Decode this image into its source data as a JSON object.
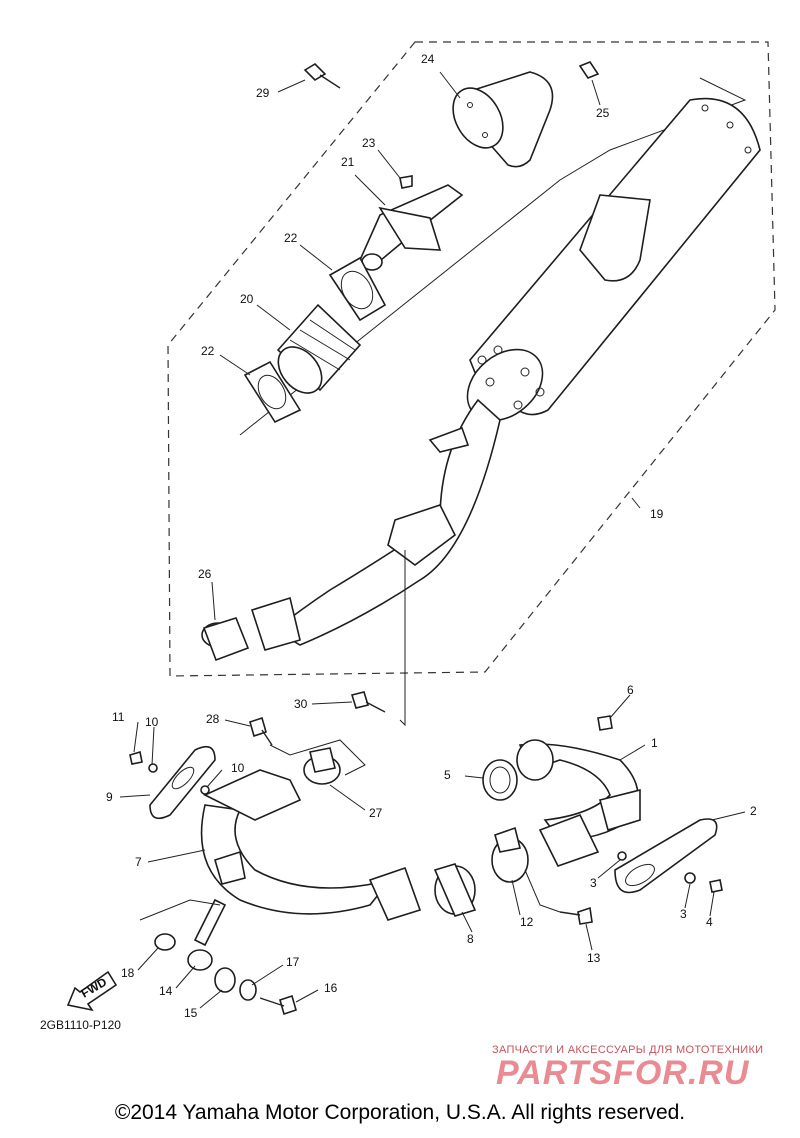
{
  "diagram": {
    "callouts": {
      "c1": "1",
      "c2": "2",
      "c3a": "3",
      "c3b": "3",
      "c4": "4",
      "c5": "5",
      "c6": "6",
      "c7": "7",
      "c8": "8",
      "c9": "9",
      "c10a": "10",
      "c10b": "10",
      "c11": "11",
      "c12": "12",
      "c13": "13",
      "c14": "14",
      "c15": "15",
      "c16": "16",
      "c17": "17",
      "c18": "18",
      "c19": "19",
      "c20": "20",
      "c21": "21",
      "c22a": "22",
      "c22b": "22",
      "c23": "23",
      "c24": "24",
      "c25": "25",
      "c26": "26",
      "c27": "27",
      "c28": "28",
      "c29": "29",
      "c30": "30"
    },
    "fwd_label": "FWD",
    "diagram_code": "2GB1110-P120",
    "watermark_text": "ЗАПЧАСТИ И АКСЕССУАРЫ ДЛЯ МОТОТЕХНИКИ",
    "watermark_logo": "PARTSFOR.RU",
    "copyright": "©2014 Yamaha Motor Corporation, U.S.A. All rights reserved."
  }
}
